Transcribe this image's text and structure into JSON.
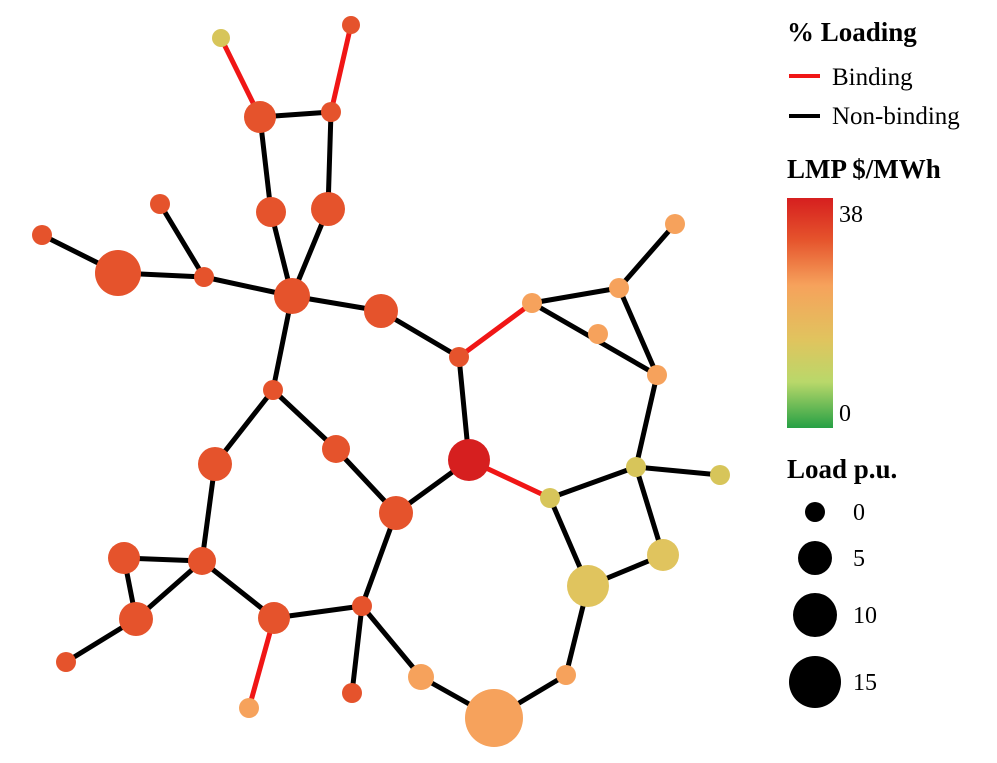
{
  "legend": {
    "loading_title": "% Loading",
    "binding_label": "Binding",
    "nonbinding_label": "Non-binding",
    "lmp_title": "LMP $/MWh",
    "lmp_max_label": "38",
    "lmp_min_label": "0",
    "load_title": "Load p.u.",
    "load_levels": [
      {
        "label": "0",
        "value": 0
      },
      {
        "label": "5",
        "value": 5
      },
      {
        "label": "10",
        "value": 10
      },
      {
        "label": "15",
        "value": 15
      }
    ]
  },
  "colors": {
    "binding": "#f01616",
    "nonbinding": "#000000",
    "lmp_high": "#d61f1f",
    "lmp_mid_high": "#e5532c",
    "lmp_mid": "#f6a25c",
    "lmp_mid_low": "#b9d86a",
    "lmp_low": "#26a045"
  }
}
